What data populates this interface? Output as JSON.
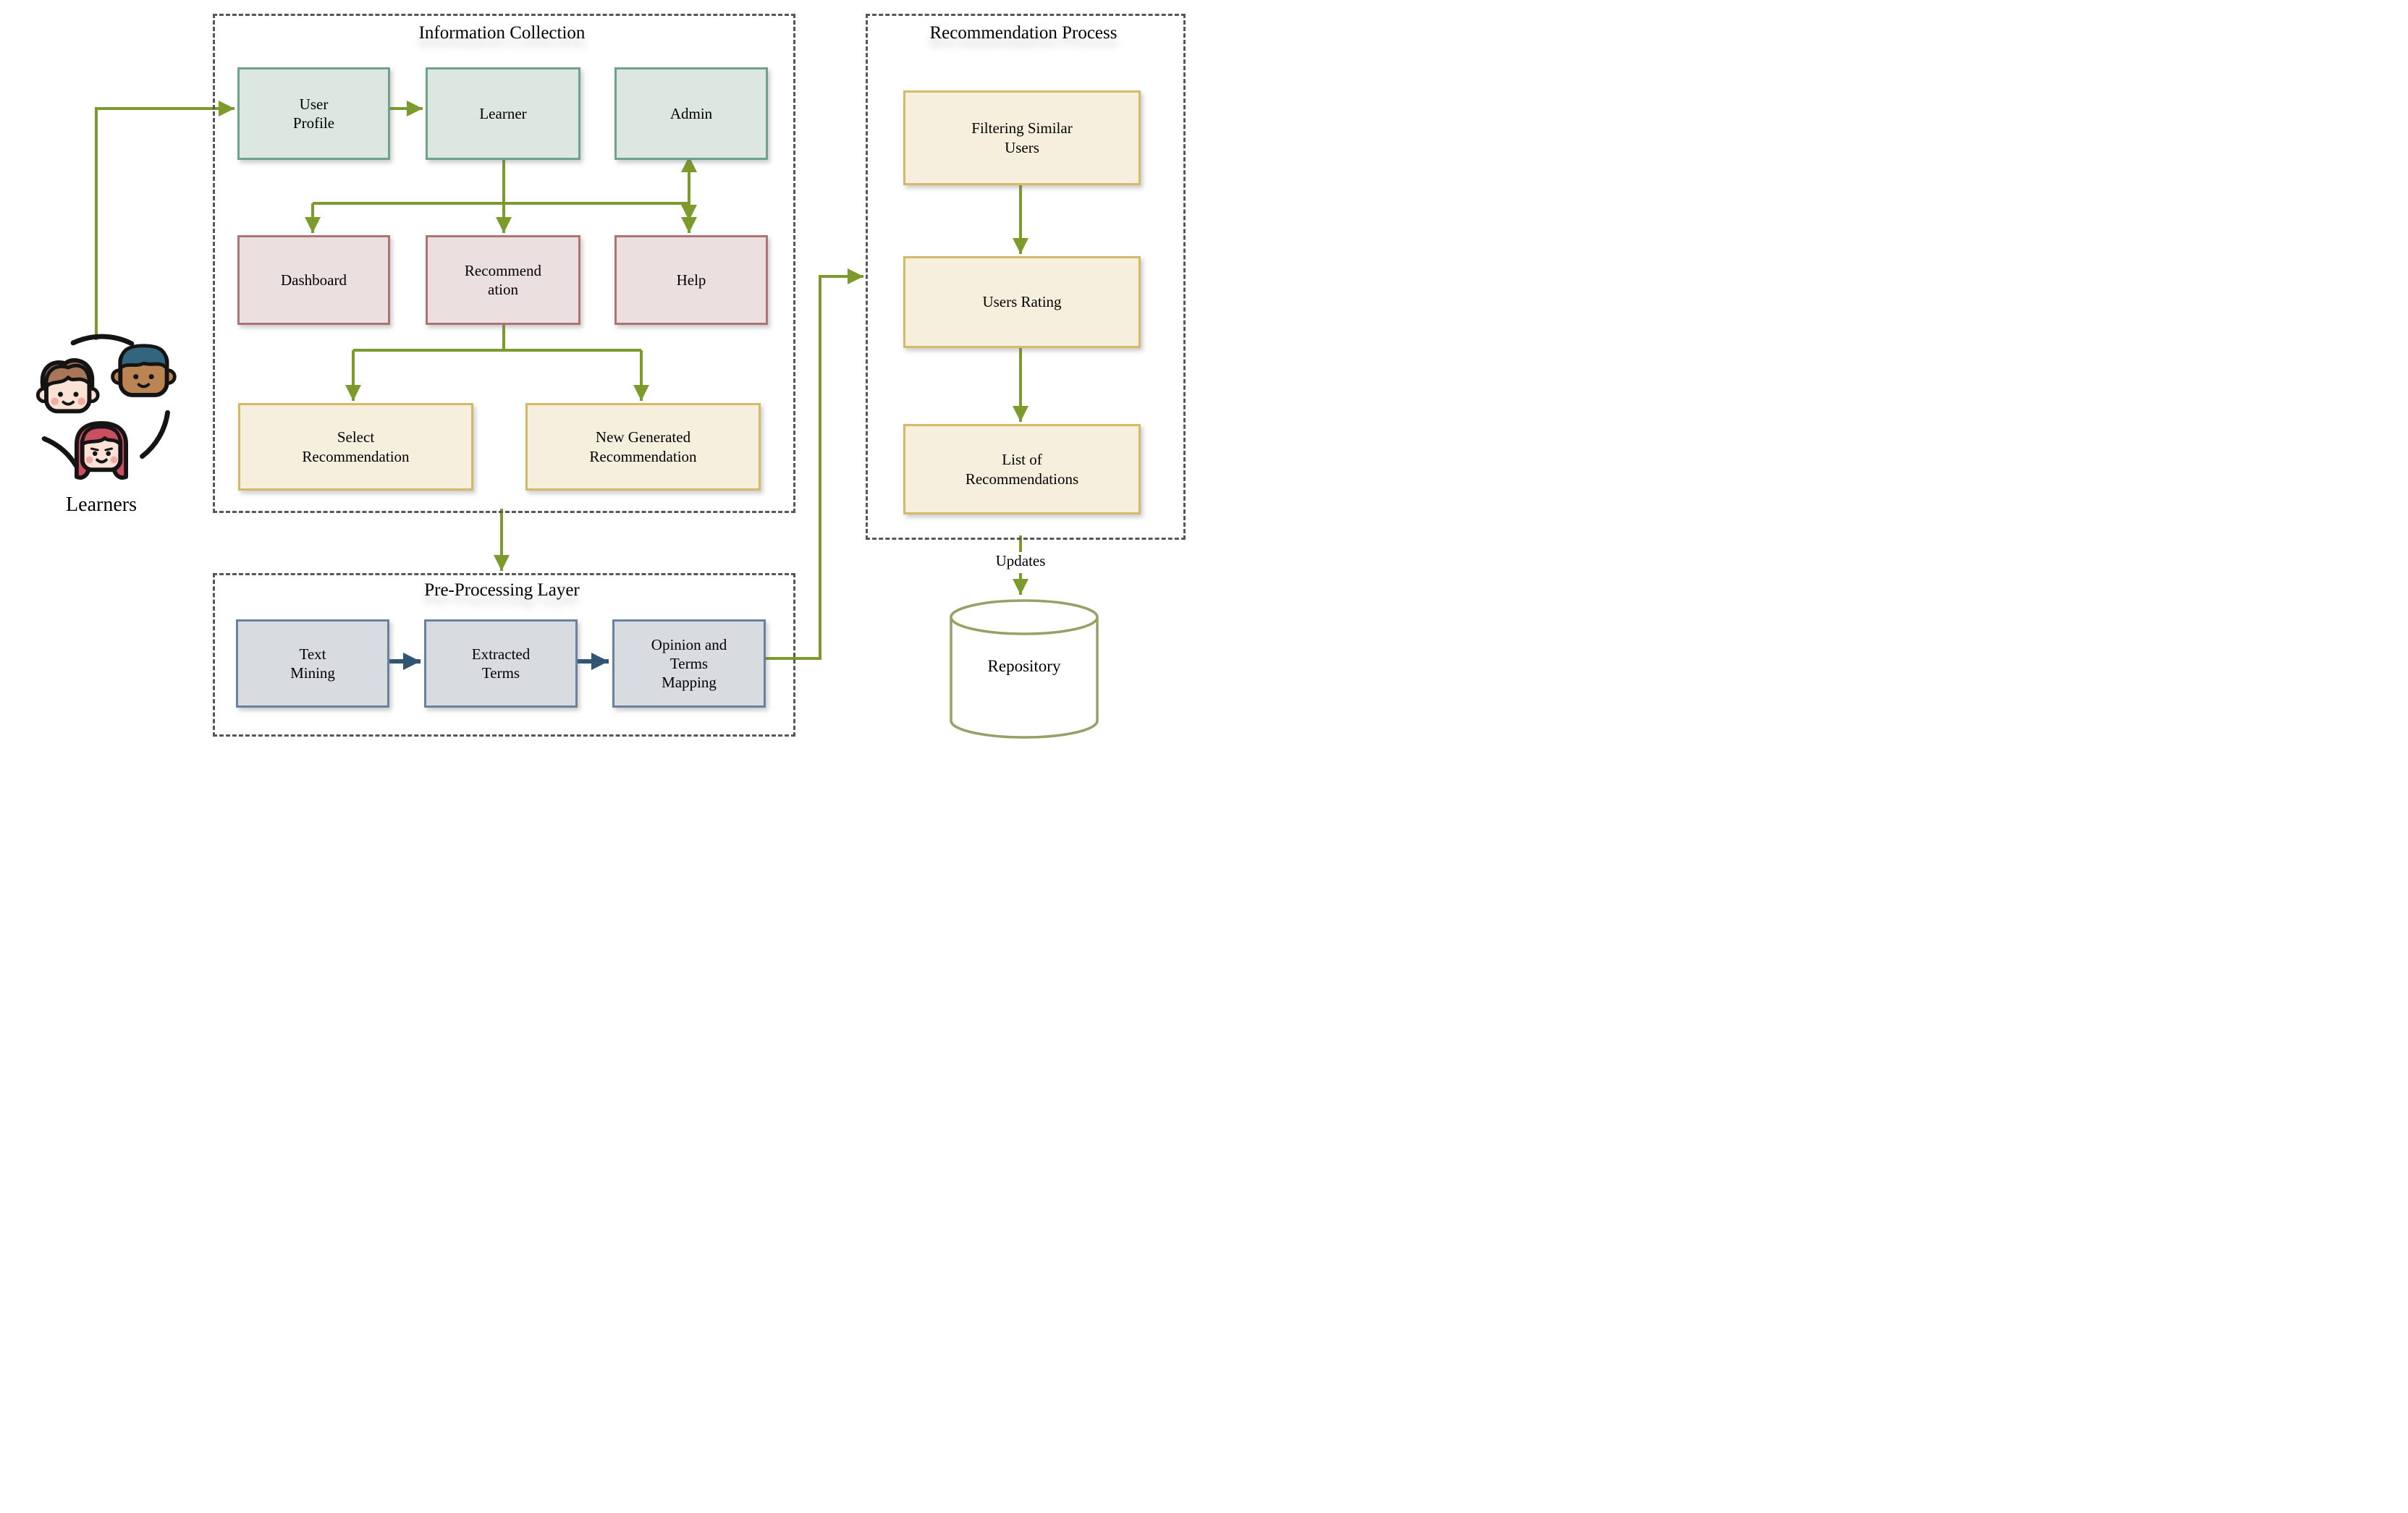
{
  "learners": {
    "label": "Learners"
  },
  "information_collection": {
    "title": "Information Collection",
    "nodes": {
      "user_profile": "User Profile",
      "learner": "Learner",
      "admin": "Admin",
      "dashboard": "Dashboard",
      "recommendation": "Recommendation",
      "help": "Help",
      "select_recommendation": "Select Recommendation",
      "new_generated_recommendation": "New Generated Recommendation"
    }
  },
  "pre_processing": {
    "title": "Pre-Processing Layer",
    "nodes": {
      "text_mining": "Text Mining",
      "extracted_terms": "Extracted Terms",
      "opinion_terms_mapping": "Opinion and Terms Mapping"
    }
  },
  "recommendation_process": {
    "title": "Recommendation Process",
    "nodes": {
      "filtering_similar_users": "Filtering Similar Users",
      "users_rating": "Users Rating",
      "list_of_recommendations": "List of Recommendations"
    }
  },
  "repository": {
    "label": "Repository"
  },
  "updates_label": "Updates",
  "edges": [
    {
      "from": "Learners",
      "to": "User Profile",
      "color": "olive"
    },
    {
      "from": "User Profile",
      "to": "Learner",
      "color": "olive"
    },
    {
      "from": "Learner",
      "to": "Dashboard",
      "color": "olive"
    },
    {
      "from": "Learner",
      "to": "Recommendation",
      "color": "olive"
    },
    {
      "from": "Learner",
      "to": "Help",
      "color": "olive"
    },
    {
      "from": "Admin",
      "to": "Help",
      "color": "olive",
      "bidirectional": true
    },
    {
      "from": "Recommendation",
      "to": "Select Recommendation",
      "color": "olive"
    },
    {
      "from": "Recommendation",
      "to": "New Generated Recommendation",
      "color": "olive"
    },
    {
      "from": "Information Collection",
      "to": "Pre-Processing Layer",
      "color": "olive"
    },
    {
      "from": "Text Mining",
      "to": "Extracted Terms",
      "color": "blue"
    },
    {
      "from": "Extracted Terms",
      "to": "Opinion and Terms Mapping",
      "color": "blue"
    },
    {
      "from": "Opinion and Terms Mapping",
      "to": "Recommendation Process",
      "color": "olive"
    },
    {
      "from": "Filtering Similar Users",
      "to": "Users Rating",
      "color": "olive"
    },
    {
      "from": "Users Rating",
      "to": "List of Recommendations",
      "color": "olive"
    },
    {
      "from": "Recommendation Process",
      "to": "Repository",
      "label": "Updates",
      "color": "olive"
    }
  ],
  "colors": {
    "arrow_olive": "#7d9a2c",
    "arrow_blue": "#2f5573",
    "dash_gray": "#575757",
    "green_fill": "#dbe7e0",
    "green_border": "#6fa28c",
    "pink_fill": "#ecdfdf",
    "pink_border": "#ae7373",
    "cream_fill": "#f7efde",
    "cream_border": "#d3b968",
    "gray_fill": "#d8dbdf",
    "gray_border": "#68829e",
    "cyl_border": "#97a065",
    "cyl_fill": "#f5f5f2"
  }
}
